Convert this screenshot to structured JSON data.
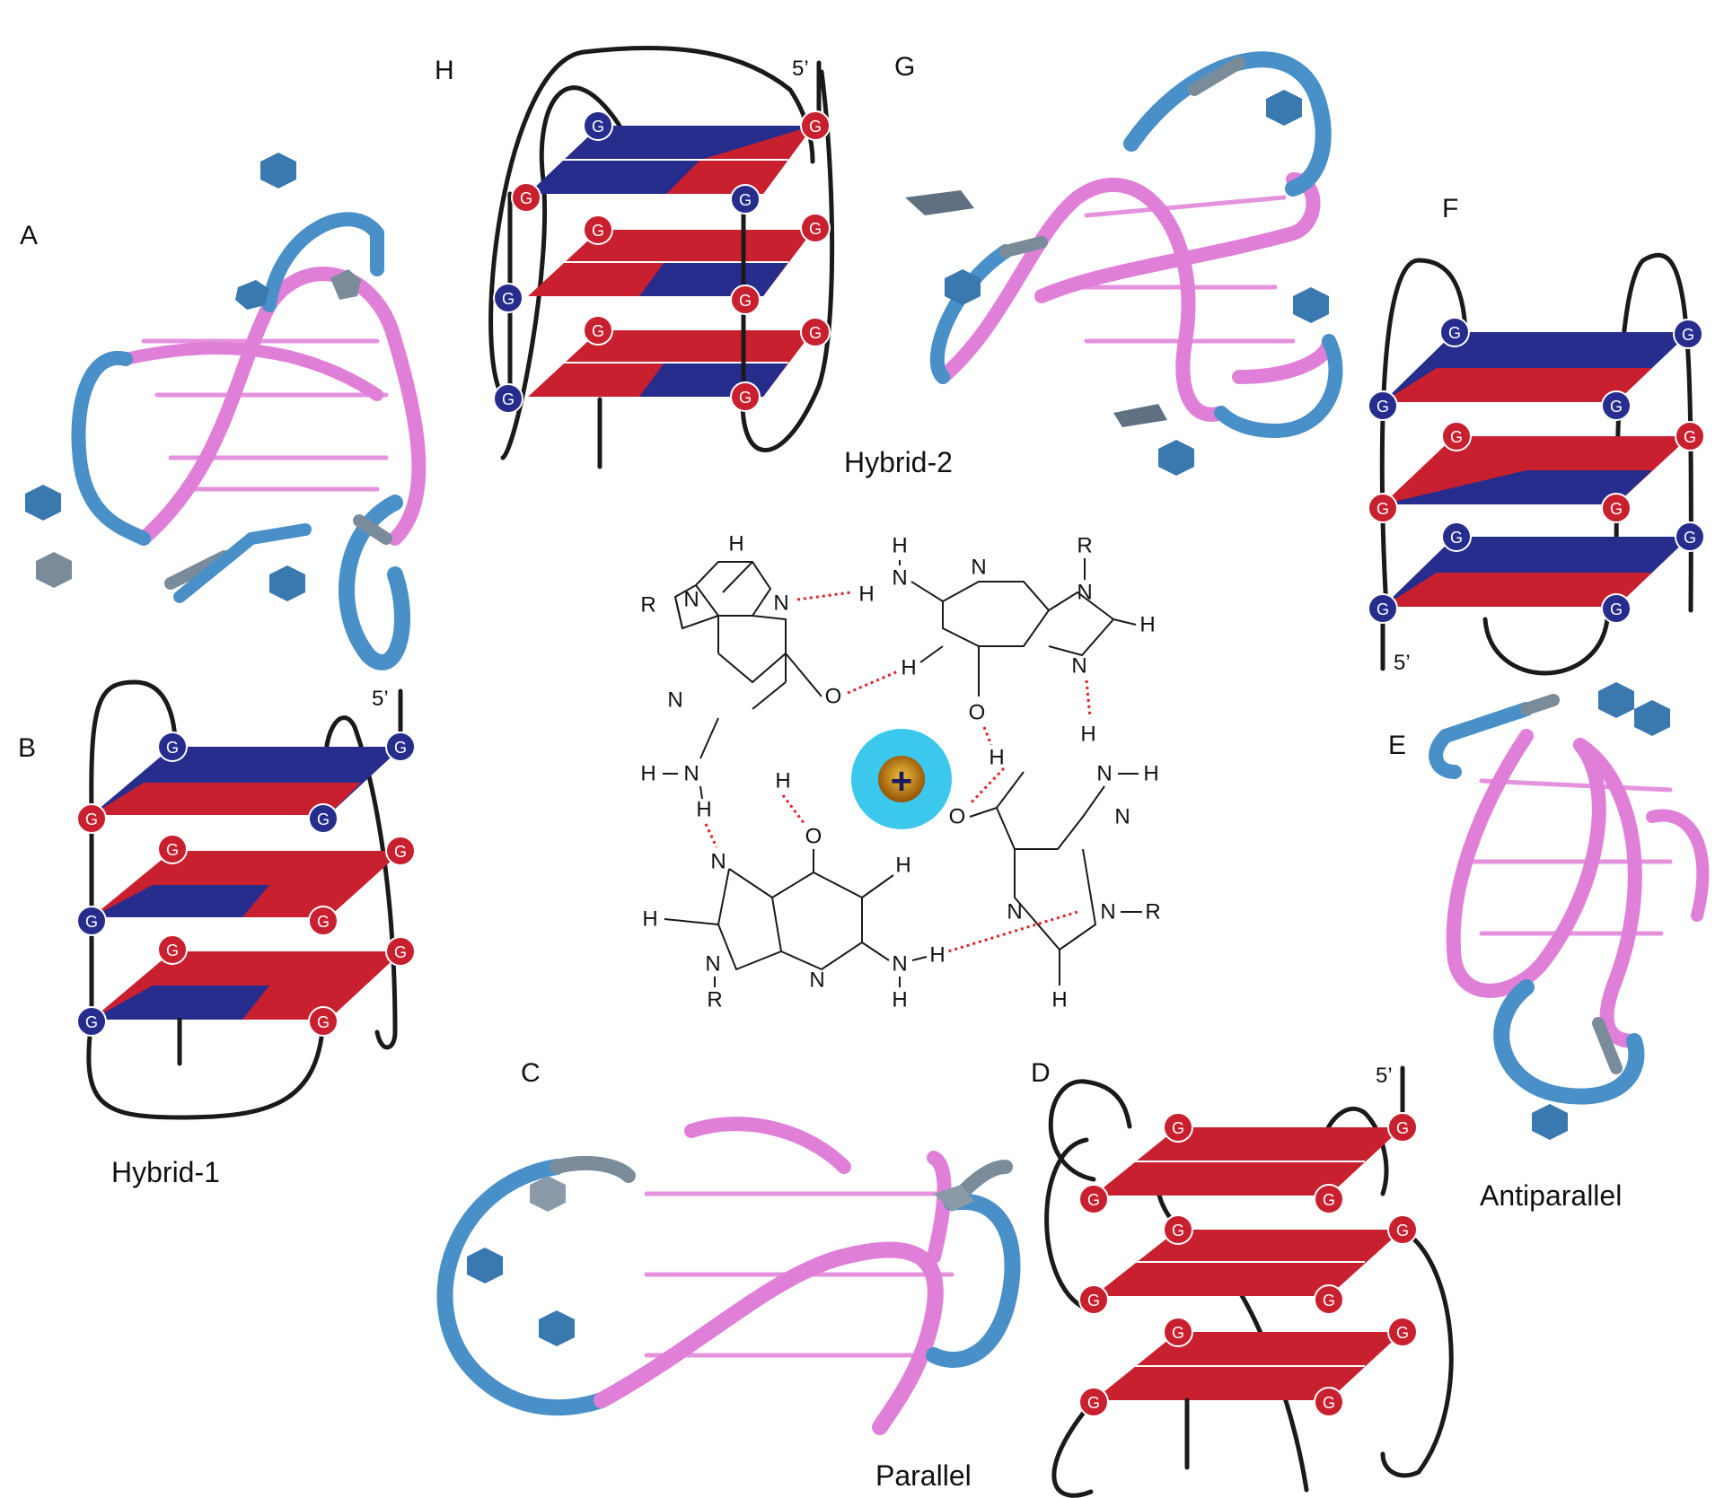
{
  "panels": {
    "A": {
      "letter": "A"
    },
    "B": {
      "letter": "B",
      "caption": "Hybrid-1",
      "five_prime": "5’",
      "g": "G"
    },
    "C": {
      "letter": "C",
      "caption": "Parallel"
    },
    "D": {
      "letter": "D",
      "five_prime": "5’",
      "g": "G"
    },
    "E": {
      "letter": "E",
      "caption": "Antiparallel"
    },
    "F": {
      "letter": "F",
      "five_prime": "5’",
      "g": "G"
    },
    "G": {
      "letter": "G",
      "caption": "Hybrid-2"
    },
    "H": {
      "letter": "H",
      "five_prime": "5’",
      "g": "G"
    }
  },
  "tetrad": {
    "atoms": {
      "H": "H",
      "N": "N",
      "O": "O",
      "R": "R"
    },
    "cation": "+"
  },
  "colors": {
    "red_tetrad": "#c8202f",
    "blue_tetrad": "#262d8c",
    "strand": "#1a1a1a",
    "ribbon_pink": "#e07fd8",
    "ribbon_blue": "#4a90c8",
    "ribbon_gray": "#7a8c9a",
    "cation_outer": "#3cc8ec",
    "cation_inner": "#c07a10",
    "hbond": "#e0242a"
  }
}
